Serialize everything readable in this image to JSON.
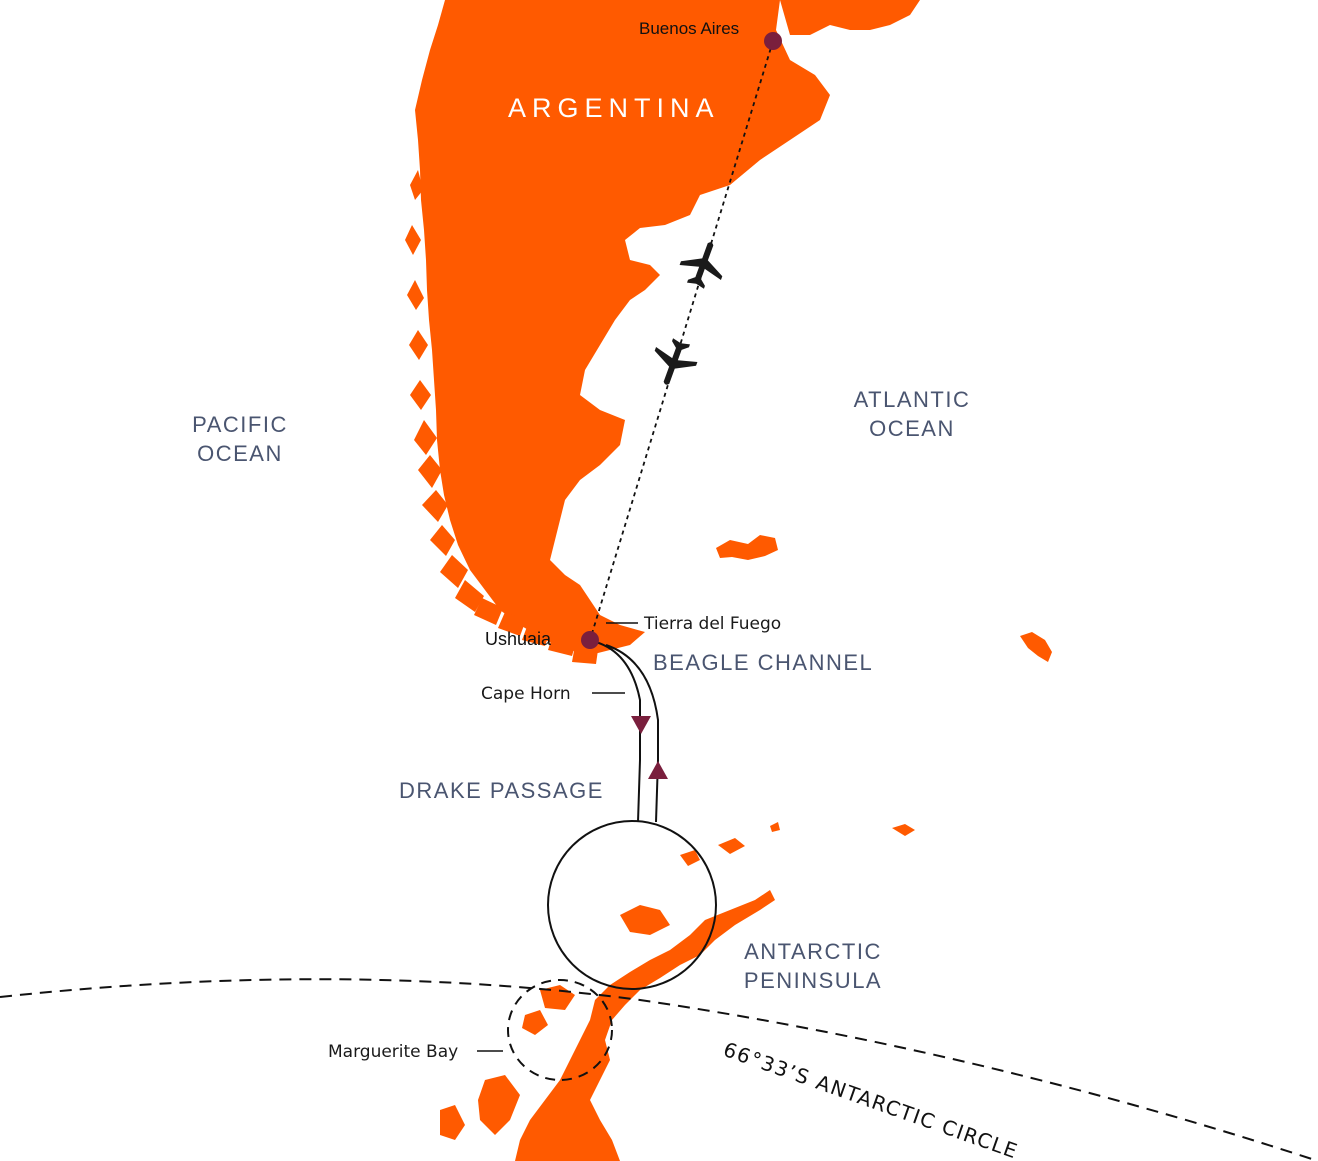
{
  "colors": {
    "land": "#ff5a00",
    "ocean_label": "#4a5570",
    "marker": "#7a1f3d",
    "route": "#111111"
  },
  "labels": {
    "country": "ARGENTINA",
    "pacific_line1": "PACIFIC",
    "pacific_line2": "OCEAN",
    "atlantic_line1": "ATLANTIC",
    "atlantic_line2": "OCEAN",
    "beagle_channel": "BEAGLE CHANNEL",
    "drake_passage": "DRAKE PASSAGE",
    "antarctic_line1": "ANTARCTIC",
    "antarctic_line2": "PENINSULA",
    "antarctic_circle": "66°33’S ANTARCTIC CIRCLE"
  },
  "places": {
    "buenos_aires": "Buenos Aires",
    "ushuaia": "Ushuaia",
    "tierra_del_fuego": "Tierra del Fuego",
    "cape_horn": "Cape Horn",
    "marguerite_bay": "Marguerite Bay"
  },
  "icons": {
    "flight": "airplane-icon",
    "city": "city-marker-icon",
    "direction": "direction-arrow-icon"
  }
}
